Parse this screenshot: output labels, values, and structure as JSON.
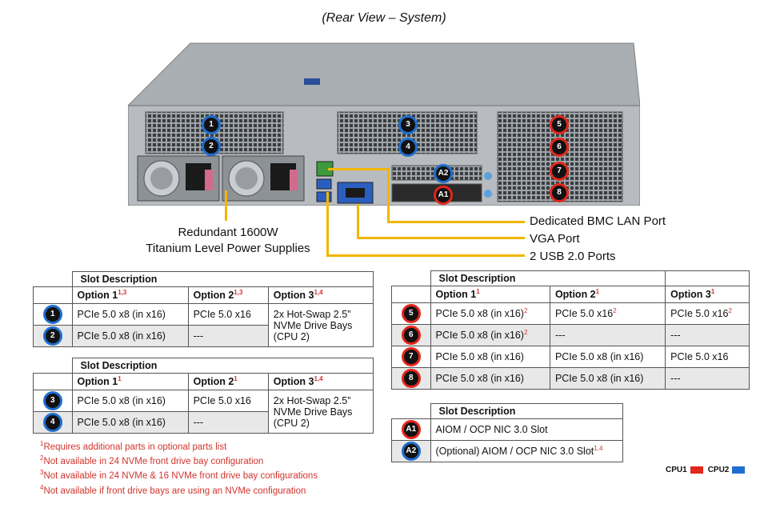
{
  "title": "(Rear View – System)",
  "colors": {
    "cpu1": "#e3261b",
    "cpu2": "#1f6ecf",
    "callout_line": "#f2b600"
  },
  "chassis": {
    "slot_badges": [
      "1",
      "2",
      "3",
      "4",
      "5",
      "6",
      "7",
      "8",
      "A2",
      "A1"
    ]
  },
  "callouts": {
    "psu_line1": "Redundant 1600W",
    "psu_line2": "Titanium Level Power Supplies",
    "bmc": "Dedicated BMC LAN Port",
    "vga": "VGA Port",
    "usb": "2 USB 2.0 Ports"
  },
  "table1": {
    "header": "Slot Description",
    "opt1": "Option 1",
    "opt1_sup": "1,3",
    "opt2": "Option 2",
    "opt2_sup": "1,3",
    "opt3": "Option 3",
    "opt3_sup": "1,4",
    "rows": [
      {
        "badge": "1",
        "o1": "PCIe 5.0 x8 (in x16)",
        "o2": "PCIe 5.0 x16"
      },
      {
        "badge": "2",
        "o1": "PCIe 5.0 x8 (in x16)",
        "o2": "---"
      }
    ],
    "o3_line1": "2x Hot-Swap 2.5”",
    "o3_line2": "NVMe Drive Bays",
    "o3_line3": "(CPU 2)"
  },
  "table2": {
    "header": "Slot Description",
    "opt1": "Option 1",
    "opt1_sup": "1",
    "opt2": "Option 2",
    "opt2_sup": "1",
    "opt3": "Option 3",
    "opt3_sup": "1,4",
    "rows": [
      {
        "badge": "3",
        "o1": "PCIe 5.0 x8 (in x16)",
        "o2": "PCIe 5.0 x16"
      },
      {
        "badge": "4",
        "o1": "PCIe 5.0 x8 (in x16)",
        "o2": "---"
      }
    ],
    "o3_line1": "2x Hot-Swap 2.5”",
    "o3_line2": "NVMe Drive Bays",
    "o3_line3": "(CPU 2)"
  },
  "table3": {
    "header": "Slot Description",
    "opt1": "Option 1",
    "opt1_sup": "1",
    "opt2": "Option 2",
    "opt2_sup": "1",
    "opt3": "Option 3",
    "opt3_sup": "1",
    "rows": [
      {
        "badge": "5",
        "o1": "PCIe 5.0 x8 (in x16)",
        "o1_sup": "2",
        "o2": "PCIe 5.0 x16",
        "o2_sup": "2",
        "o3": "PCIe 5.0 x16",
        "o3_sup": "2"
      },
      {
        "badge": "6",
        "o1": "PCIe 5.0 x8 (in x16)",
        "o1_sup": "2",
        "o2": "---",
        "o3": "---"
      },
      {
        "badge": "7",
        "o1": "PCIe 5.0 x8 (in x16)",
        "o2": "PCIe 5.0 x8 (in x16)",
        "o3": "PCIe 5.0 x16"
      },
      {
        "badge": "8",
        "o1": "PCIe 5.0 x8 (in x16)",
        "o2": "PCIe 5.0 x8 (in x16)",
        "o3": "---"
      }
    ]
  },
  "table4": {
    "header": "Slot Description",
    "rows": [
      {
        "badge": "A1",
        "text": "AIOM / OCP NIC 3.0 Slot"
      },
      {
        "badge": "A2",
        "text": "(Optional) AIOM / OCP NIC 3.0 Slot",
        "sup": "1,4"
      }
    ]
  },
  "footnotes": [
    {
      "num": "1",
      "text": "Requires additional parts in optional parts list"
    },
    {
      "num": "2",
      "text": "Not available in 24 NVMe front drive bay configuration"
    },
    {
      "num": "3",
      "text": "Not available in 24 NVMe & 16 NVMe front drive bay configurations"
    },
    {
      "num": "4",
      "text": "Not available if front drive bays are using an NVMe configuration"
    }
  ],
  "legend": {
    "cpu1": "CPU1",
    "cpu2": "CPU2"
  }
}
